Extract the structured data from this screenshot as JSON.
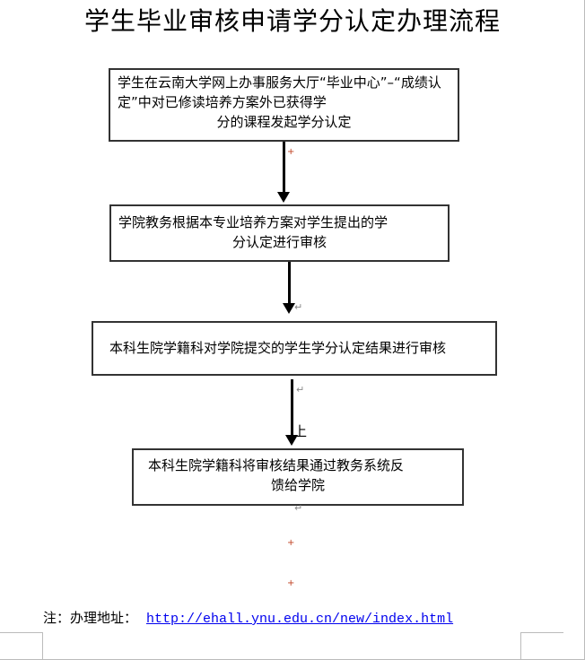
{
  "title": "学生毕业审核申请学分认定办理流程",
  "steps": [
    {
      "line1": "学生在云南大学网上办事服务大厅“毕业中心”–“成绩认定”中对已修读培养方案外已获得学",
      "line2": "分的课程发起学分认定"
    },
    {
      "line1": "学院教务根据本专业培养方案对学生提出的学",
      "line2": "分认定进行审核"
    },
    {
      "line1": "本科生院学籍科对学院提交的学生学分认定结果进行审核"
    },
    {
      "line1": "本科生院学籍科将审核结果通过教务系统反",
      "line2": "馈给学院"
    }
  ],
  "stray_char": "上",
  "note": {
    "label": "注：办理地址：",
    "link": "http://ehall.ynu.edu.cn/new/index.html"
  }
}
